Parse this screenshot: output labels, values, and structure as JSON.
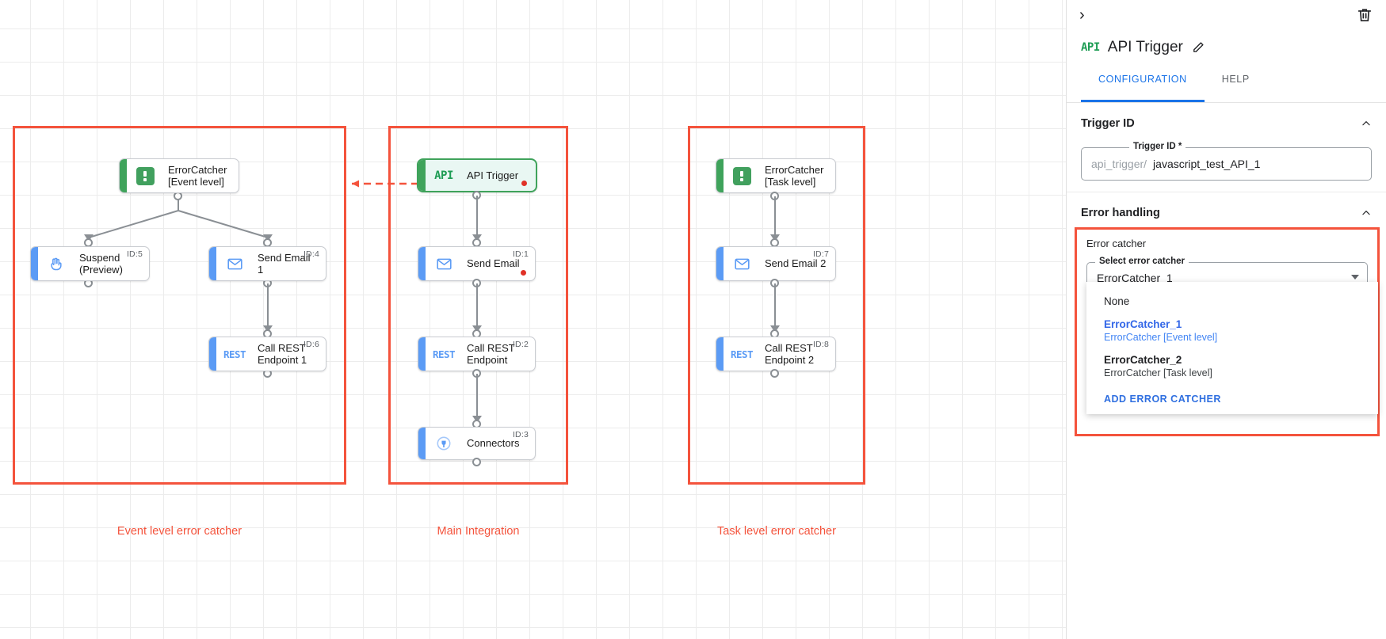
{
  "canvas": {
    "groups": [
      {
        "id": "event-level",
        "label": "Event level error catcher"
      },
      {
        "id": "main-integration",
        "label": "Main Integration"
      },
      {
        "id": "task-level",
        "label": "Task level error catcher"
      }
    ],
    "accent_red": "#f4533c",
    "nodes": {
      "error_catcher_event": {
        "label": "ErrorCatcher\n[Event level]",
        "icon": "error-catcher-icon",
        "id_label": ""
      },
      "suspend": {
        "label": "Suspend\n(Preview)",
        "icon": "hand-icon",
        "id_label": "ID:5"
      },
      "send_email_1": {
        "label": "Send Email 1",
        "icon": "envelope-icon",
        "id_label": "ID:4"
      },
      "call_rest_1": {
        "label": "Call REST\nEndpoint 1",
        "icon": "rest-icon",
        "id_label": "ID:6"
      },
      "api_trigger": {
        "label": "API Trigger",
        "icon": "api-icon",
        "id_label": ""
      },
      "send_email": {
        "label": "Send Email",
        "icon": "envelope-icon",
        "id_label": "ID:1"
      },
      "call_rest": {
        "label": "Call REST\nEndpoint",
        "icon": "rest-icon",
        "id_label": "ID:2"
      },
      "connectors": {
        "label": "Connectors",
        "icon": "connectors-icon",
        "id_label": "ID:3"
      },
      "error_catcher_task": {
        "label": "ErrorCatcher\n[Task level]",
        "icon": "error-catcher-icon",
        "id_label": ""
      },
      "send_email_2": {
        "label": "Send Email 2",
        "icon": "envelope-icon",
        "id_label": "ID:7"
      },
      "call_rest_2": {
        "label": "Call REST\nEndpoint 2",
        "icon": "rest-icon",
        "id_label": "ID:8"
      }
    }
  },
  "panel": {
    "collapse_icon": "chevron-right-icon",
    "delete_icon": "trash-icon",
    "node_type_badge": "API",
    "title": "API Trigger",
    "edit_icon": "pencil-icon",
    "tabs": [
      {
        "key": "configuration",
        "label": "CONFIGURATION",
        "active": true
      },
      {
        "key": "help",
        "label": "HELP",
        "active": false
      }
    ],
    "trigger_id_section": {
      "heading": "Trigger ID",
      "collapse_icon": "chevron-up-icon",
      "field_legend": "Trigger ID *",
      "prefix": "api_trigger/",
      "value": "javascript_test_API_1"
    },
    "error_handling_section": {
      "heading": "Error handling",
      "collapse_icon": "chevron-up-icon",
      "error_catcher_title": "Error catcher",
      "select_legend": "Select error catcher",
      "selected_value": "ErrorCatcher_1",
      "dropdown": {
        "options": [
          {
            "primary": "None",
            "secondary": "",
            "selected": false,
            "bold": false
          },
          {
            "primary": "ErrorCatcher_1",
            "secondary": "ErrorCatcher [Event level]",
            "selected": true,
            "bold": true
          },
          {
            "primary": "ErrorCatcher_2",
            "secondary": "ErrorCatcher [Task level]",
            "selected": false,
            "bold": true
          }
        ],
        "action_label": "ADD ERROR CATCHER"
      }
    }
  },
  "colors": {
    "accent_blue": "#1a73e8",
    "accent_red": "#f4533c",
    "node_green": "#3fa35b",
    "node_blue": "#5b9bf5",
    "status_dot_red": "#e03127"
  }
}
